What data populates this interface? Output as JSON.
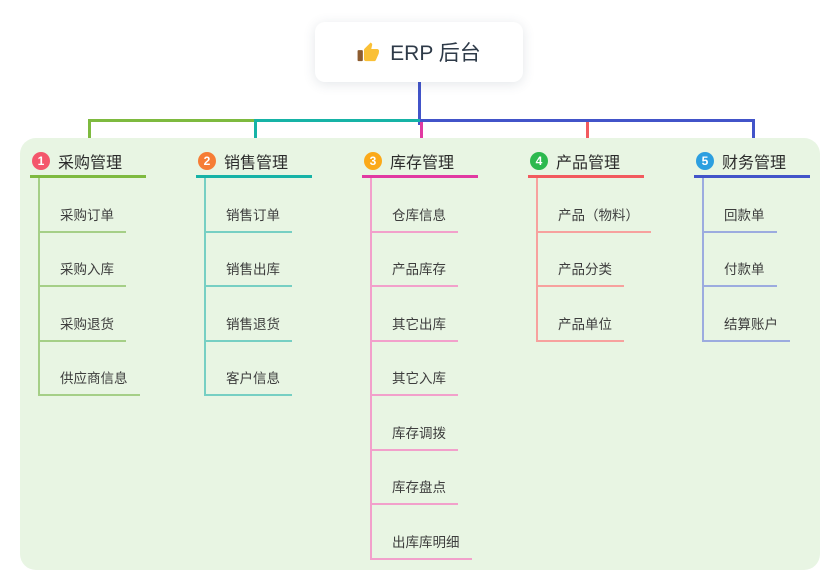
{
  "root": {
    "title": "ERP 后台",
    "icon": "thumbs-up-icon",
    "icon_colors": {
      "hand": "#fac036",
      "cuff": "#8d5c30"
    },
    "line_color": "#4254c9",
    "text_color": "#2e3a48"
  },
  "panel": {
    "background": "#e8f5e3"
  },
  "branches": [
    {
      "badge": "1",
      "label": "采购管理",
      "badge_color": "#f4566c",
      "line_color": "#7eba3f",
      "child_line_color": "#a5cf87",
      "children": [
        "采购订单",
        "采购入库",
        "采购退货",
        "供应商信息"
      ]
    },
    {
      "badge": "2",
      "label": "销售管理",
      "badge_color": "#f67d35",
      "line_color": "#16b3a6",
      "child_line_color": "#76cfc3",
      "children": [
        "销售订单",
        "销售出库",
        "销售退货",
        "客户信息"
      ]
    },
    {
      "badge": "3",
      "label": "库存管理",
      "badge_color": "#fba919",
      "line_color": "#e13aa2",
      "child_line_color": "#f2a0cb",
      "children": [
        "仓库信息",
        "产品库存",
        "其它出库",
        "其它入库",
        "库存调拨",
        "库存盘点",
        "出库库明细"
      ]
    },
    {
      "badge": "4",
      "label": "产品管理",
      "badge_color": "#2cb94e",
      "line_color": "#f25a5e",
      "child_line_color": "#f7a19e",
      "children": [
        "产品（物料）",
        "产品分类",
        "产品单位"
      ]
    },
    {
      "badge": "5",
      "label": "财务管理",
      "badge_color": "#2c9fe0",
      "line_color": "#4254c9",
      "child_line_color": "#9cabdf",
      "children": [
        "回款单",
        "付款单",
        "结算账户"
      ]
    }
  ]
}
